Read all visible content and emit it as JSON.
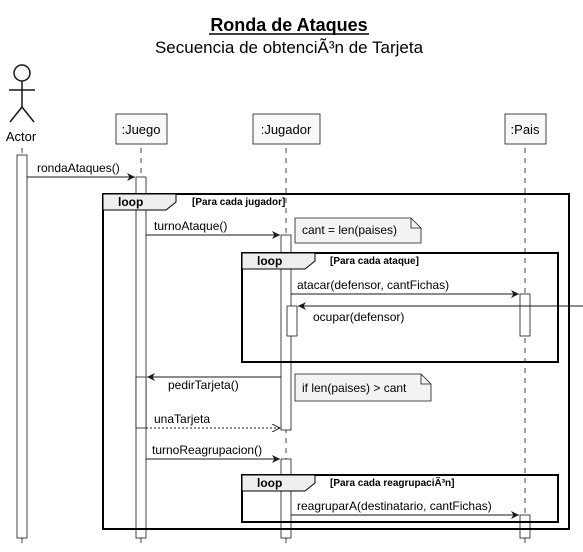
{
  "title": "Ronda de Ataques",
  "subtitle": "Secuencia de obtenciÃ³n de Tarjeta",
  "participants": {
    "actor": "Actor",
    "juego": ":Juego",
    "jugador": ":Jugador",
    "pais": ":Pais"
  },
  "messages": {
    "ronda": "rondaAtaques()",
    "turno": "turnoAtaque()",
    "atacar": "atacar(defensor, cantFichas)",
    "ocupar": "ocupar(defensor)",
    "pedir": "pedirTarjeta()",
    "una": "unaTarjeta",
    "reag": "turnoReagrupacion()",
    "reagA": "reagruparA(destinatario, cantFichas)"
  },
  "notes": {
    "cant": "cant = len(paises)",
    "iflen": "if len(paises) > cant"
  },
  "loops": {
    "keyword": "loop",
    "outer": "[Para cada jugador]",
    "ataque": "[Para cada ataque]",
    "reag": "[Para cada reagrupaciÃ³n]"
  },
  "colors": {
    "line": "#181818",
    "box_fill": "#f8f8f8",
    "note_fill": "#f3f3f3",
    "frame_label_fill": "#eeeeee"
  }
}
